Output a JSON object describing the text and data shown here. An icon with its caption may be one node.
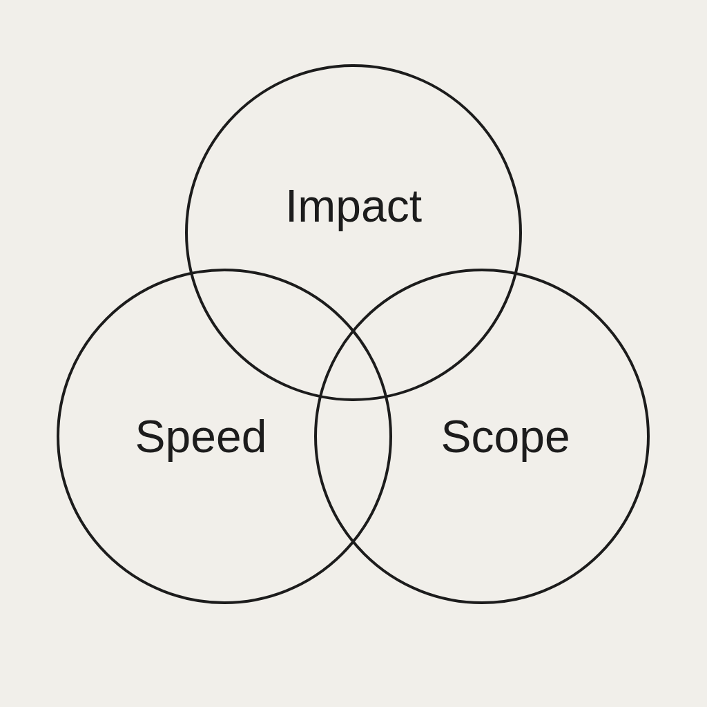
{
  "diagram": {
    "nodes": [
      {
        "text": [
          "Impact"
        ]
      },
      {
        "text": [
          "Speed"
        ]
      },
      {
        "text": [
          "Scope"
        ]
      }
    ],
    "edges": []
  }
}
